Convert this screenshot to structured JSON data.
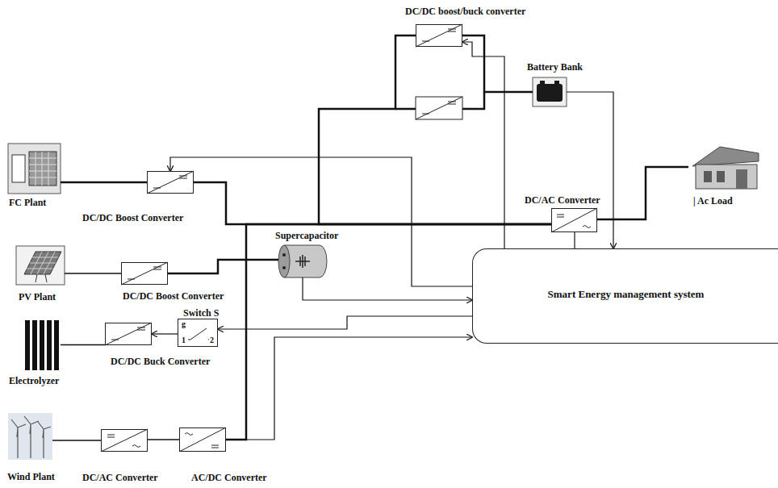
{
  "diagram": {
    "nodes": [
      {
        "text": [
          "FC Plant"
        ]
      },
      {
        "text": [
          "DC/DC Boost Converter"
        ]
      },
      {
        "text": [
          "DC/DC boost/buck converter"
        ]
      },
      {
        "text": [
          "Battery Bank"
        ]
      },
      {
        "text": [
          "Supercapacitor"
        ]
      },
      {
        "text": [
          "DC/AC Converter"
        ]
      },
      {
        "text": [
          "| Ac Load"
        ]
      },
      {
        "text": [
          "PV Plant"
        ]
      },
      {
        "text": [
          "DC/DC Boost Converter"
        ]
      },
      {
        "text": [
          "Switch S",
          "g",
          "1",
          "2"
        ]
      },
      {
        "text": [
          "Smart Energy management system"
        ]
      },
      {
        "text": [
          "DC/DC Buck Converter"
        ]
      },
      {
        "text": [
          "Electrolyzer"
        ]
      },
      {
        "text": [
          "Wind Plant"
        ]
      },
      {
        "text": [
          "DC/AC Converter"
        ]
      },
      {
        "text": [
          "AC/DC Converter"
        ]
      }
    ],
    "edges": [
      {
        "from": 0,
        "to": 1,
        "arrow": "none"
      },
      {
        "from": 1,
        "to": 5,
        "arrow": "none"
      },
      {
        "from": 2,
        "to": 5,
        "arrow": "none"
      },
      {
        "from": 3,
        "to": 2,
        "arrow": "none"
      },
      {
        "from": 15,
        "to": 5,
        "arrow": "none"
      },
      {
        "from": 5,
        "to": 6,
        "arrow": "none"
      },
      {
        "from": 7,
        "to": 8,
        "arrow": "none"
      },
      {
        "from": 8,
        "to": 4,
        "arrow": "none"
      },
      {
        "from": 9,
        "to": 11,
        "arrow": "to"
      },
      {
        "from": 11,
        "to": 12,
        "arrow": "none"
      },
      {
        "from": 13,
        "to": 14,
        "arrow": "none"
      },
      {
        "from": 14,
        "to": 15,
        "arrow": "none"
      },
      {
        "from": 3,
        "to": 10,
        "arrow": "to"
      },
      {
        "from": 5,
        "to": 10,
        "arrow": "none"
      },
      {
        "from": 10,
        "to": 2,
        "arrow": "to"
      },
      {
        "from": 10,
        "to": 1,
        "arrow": "to"
      },
      {
        "from": 4,
        "to": 10,
        "arrow": "to"
      },
      {
        "from": 10,
        "to": 9,
        "arrow": "to"
      },
      {
        "from": 15,
        "to": 10,
        "arrow": "to"
      }
    ]
  }
}
